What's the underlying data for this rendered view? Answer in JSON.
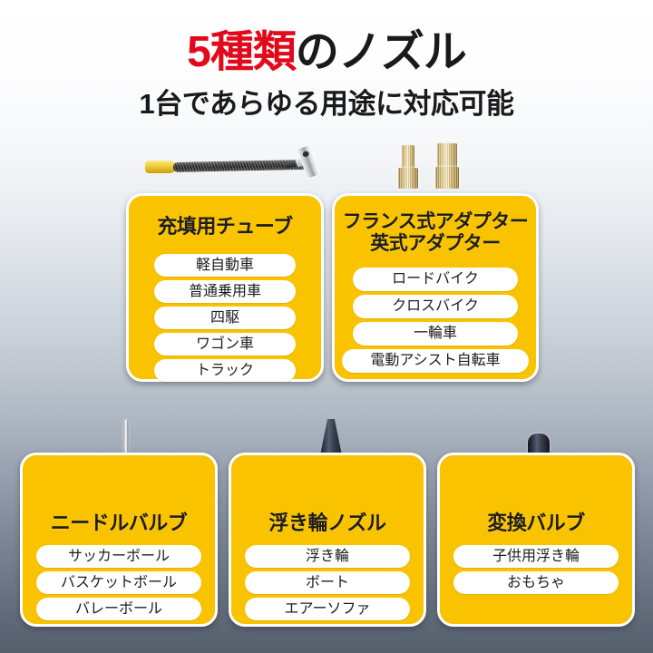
{
  "header": {
    "title_highlight": "5種類",
    "title_rest": "のノズル",
    "subtitle": "1台であらゆる用途に対応可能",
    "highlight_color": "#e1091a",
    "text_color": "#1a1a1a"
  },
  "theme": {
    "card_background": "#fac300",
    "card_border": "#ffffff",
    "pill_background": "#ffffff",
    "pill_text": "#1d1d1d",
    "background_top": "#ffffff",
    "background_bottom": "#575f6d"
  },
  "cards": [
    {
      "id": "hose",
      "title": "充填用チューブ",
      "image": "air-hose-with-chuck",
      "items": [
        "軽自動車",
        "普通乗用車",
        "四駆",
        "ワゴン車",
        "トラック"
      ]
    },
    {
      "id": "adapter",
      "title_line1": "フランス式アダプター",
      "title_line2": "英式アダプター",
      "image": "brass-valve-adapters",
      "items": [
        "ロードバイク",
        "クロスバイク",
        "一輪車",
        "電動アシスト自転車"
      ]
    },
    {
      "id": "needle",
      "title": "ニードルバルブ",
      "image": "needle-valve",
      "items": [
        "サッカーボール",
        "バスケットボール",
        "バレーボール"
      ]
    },
    {
      "id": "float",
      "title": "浮き輪ノズル",
      "image": "black-cone-nozzle",
      "items": [
        "浮き輪",
        "ボート",
        "エアーソファ"
      ]
    },
    {
      "id": "conversion",
      "title": "変換バルブ",
      "image": "conversion-valve",
      "items": [
        "子供用浮き輪",
        "おもちゃ"
      ]
    }
  ]
}
